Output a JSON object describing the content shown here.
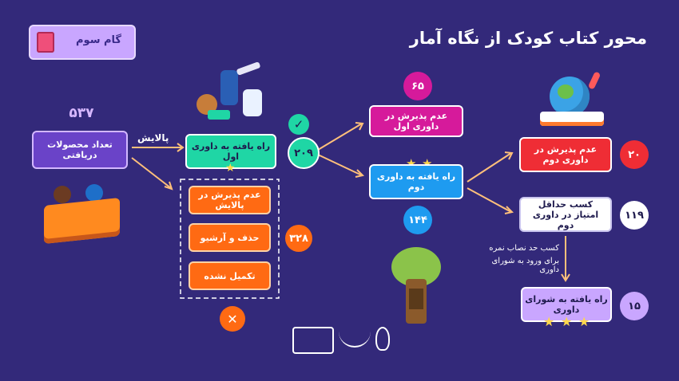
{
  "title": "محور کتاب کودک از نگاه آمار",
  "stage_label": "گام سوم",
  "received": {
    "count": "۵۳۷",
    "label": "تعداد محصولات دریافتی"
  },
  "filter_label": "پالایش",
  "first_round": {
    "passed": {
      "label": "راه یافته به داوری اول",
      "count": "۲۰۹"
    },
    "rejected_list": [
      "عدم پذیرش در پالایش",
      "حذف و آرشیو",
      "تکمیل نشده"
    ],
    "rejected_count": "۳۲۸"
  },
  "second_round": {
    "rejected": {
      "label": "عدم پذیرش در داوری اول",
      "count": "۶۵"
    },
    "passed": {
      "label": "راه یافته به داوری دوم",
      "count": "۱۴۴"
    }
  },
  "third_round": {
    "rejected": {
      "label": "عدم پذیرش در داوری دوم",
      "count": "۲۰"
    },
    "min_score": {
      "label": "کسب حداقل امتیاز در داوری دوم",
      "count": "۱۱۹"
    },
    "note_line1": "کسب حد نصاب نمره",
    "note_line2": "برای ورود به شورای داوری",
    "council": {
      "label": "راه یافته به شورای داوری",
      "count": "۱۵"
    }
  },
  "colors": {
    "background": "#33297a",
    "teal": "#1fd6a5",
    "orange": "#ff6a13",
    "magenta": "#d61a9b",
    "blue": "#1e9bf0",
    "red": "#ef2d35",
    "lavender": "#c9a6ff",
    "yellow": "#ffd84d",
    "purple_box": "#6a43c8"
  }
}
